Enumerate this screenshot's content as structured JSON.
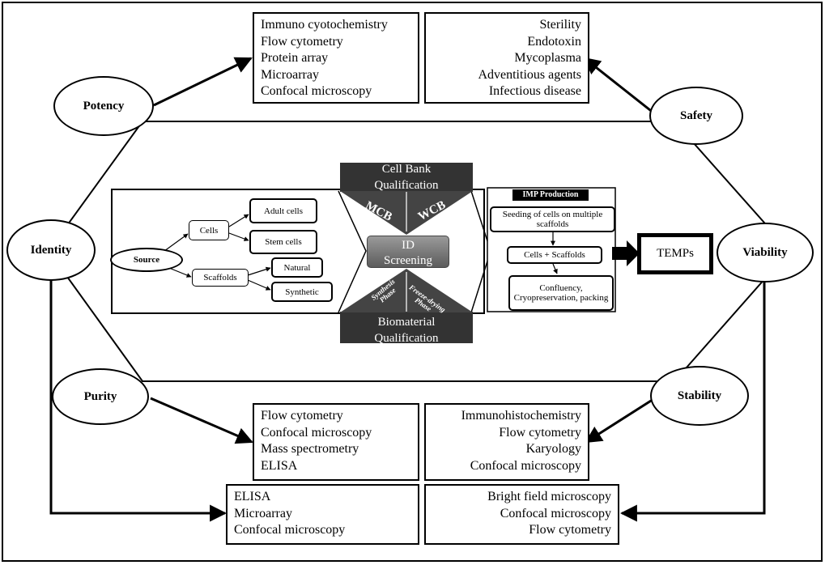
{
  "attributes": {
    "potency": "Potency",
    "safety": "Safety",
    "identity": "Identity",
    "viability": "Viability",
    "purity": "Purity",
    "stability": "Stability"
  },
  "boxes": {
    "potency_methods": [
      "Immuno cyotochemistry",
      "Flow cytometry",
      "Protein array",
      "Microarray",
      "Confocal microscopy"
    ],
    "safety_methods": [
      "Sterility",
      "Endotoxin",
      "Mycoplasma",
      "Adventitious agents",
      "Infectious disease"
    ],
    "purity_methods": [
      "Flow cytometry",
      "Confocal microscopy",
      "Mass spectrometry",
      "ELISA"
    ],
    "stability_methods": [
      "Immunohistochemistry",
      "Flow cytometry",
      "Karyology",
      "Confocal microscopy"
    ],
    "identity_methods": [
      "ELISA",
      "Microarray",
      "Confocal microscopy"
    ],
    "viability_methods": [
      "Bright field microscopy",
      "Confocal microscopy",
      "Flow cytometry"
    ]
  },
  "source_tree": {
    "source": "Source",
    "cells": "Cells",
    "scaffolds": "Scaffolds",
    "adult_cells": "Adult cells",
    "stem_cells": "Stem cells",
    "natural": "Natural",
    "synthetic": "Synthetic"
  },
  "center": {
    "cell_bank": "Cell Bank Qualification",
    "mcb": "MCB",
    "wcb": "WCB",
    "id_screening": "ID Screening",
    "synthesis_phase": "Synthesis Phase",
    "freeze_drying_phase": "Freeze-drying Phase",
    "biomaterial": "Biomaterial Qualification"
  },
  "imp": {
    "header": "IMP Production",
    "seeding": "Seeding of cells on multiple scaffolds",
    "cells_scaffolds": "Cells + Scaffolds",
    "confluency": "Confluency, Cryopreservation, packing"
  },
  "temps": "TEMPs"
}
